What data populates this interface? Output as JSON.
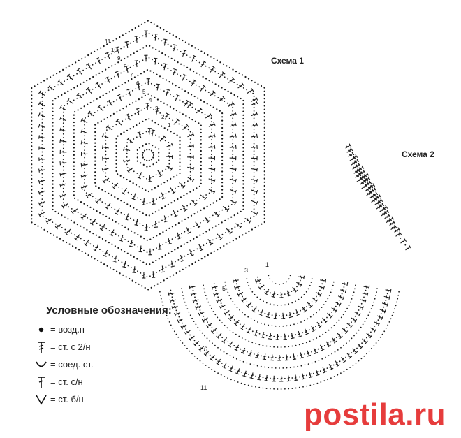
{
  "scheme1": {
    "title": "Схема 1",
    "row_numbers": [
      "1",
      "2",
      "3",
      "4",
      "5",
      "6",
      "7",
      "8",
      "9",
      "10",
      "11"
    ]
  },
  "scheme2": {
    "title": "Схема 2",
    "row_numbers": [
      "1",
      "3",
      "5",
      "6",
      "11"
    ]
  },
  "legend": {
    "title": "Условные обозначения:",
    "items": [
      {
        "icon": "chain-stitch-dot",
        "label": "= возд.п"
      },
      {
        "icon": "double-crochet-symbol",
        "label": "= ст. с 2/н"
      },
      {
        "icon": "slip-stitch-arc",
        "label": "= соед. ст."
      },
      {
        "icon": "single-crochet-cross",
        "label": "= ст. с/н"
      },
      {
        "icon": "half-double-v",
        "label": "= ст. б/н"
      }
    ]
  },
  "watermark": "postila.ru",
  "colors": {
    "ink": "#1a1a1a",
    "brand": "#e63c3c"
  }
}
